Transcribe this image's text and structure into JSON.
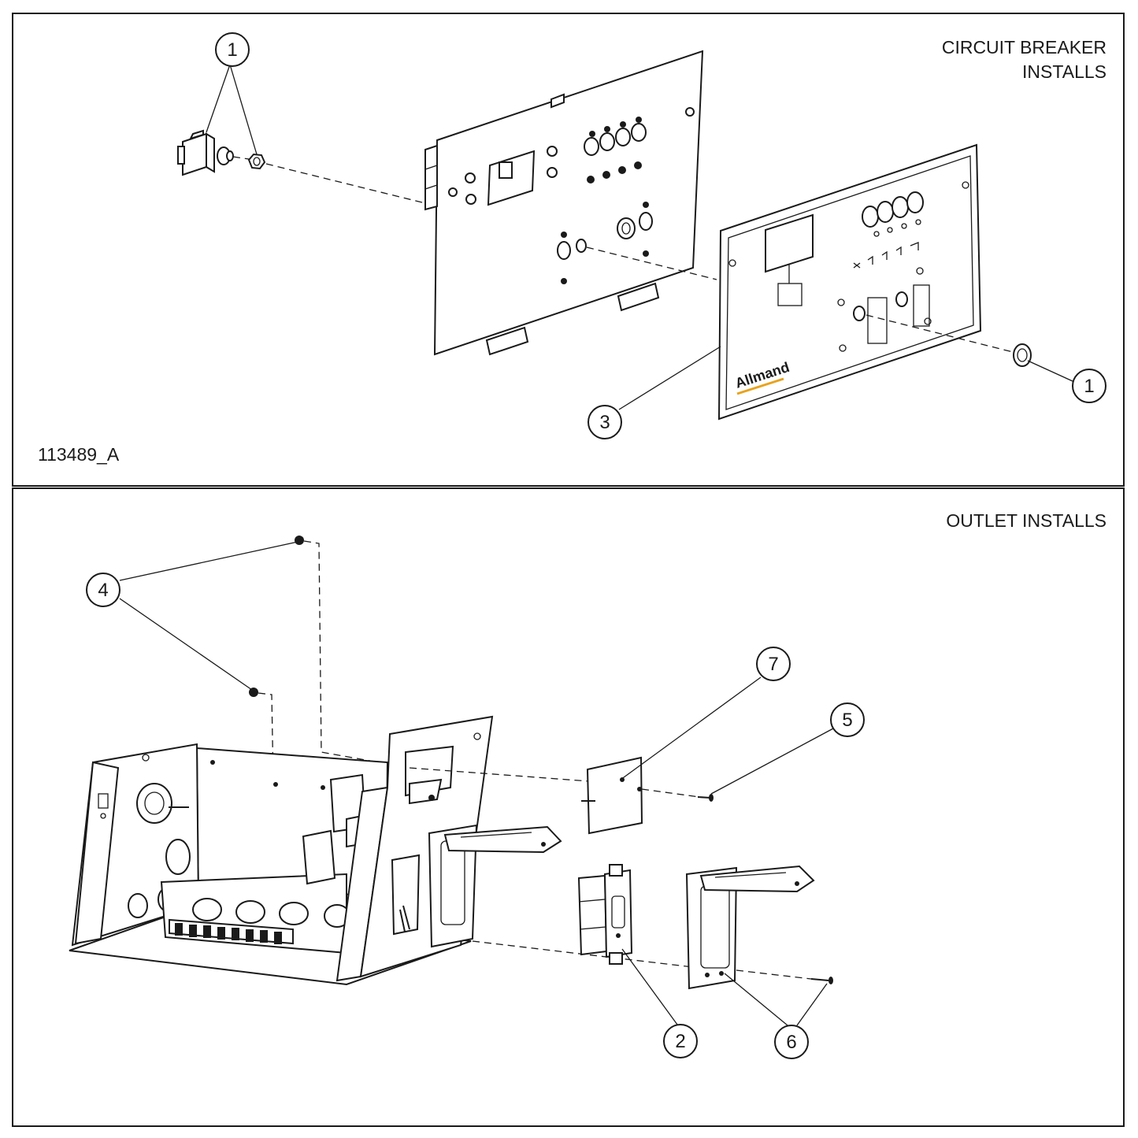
{
  "panels": {
    "top": {
      "title_line1": "CIRCUIT BREAKER",
      "title_line2": "INSTALLS",
      "drawing_id": "113489_A"
    },
    "bottom": {
      "title": "OUTLET INSTALLS"
    }
  },
  "decal": {
    "brand": "Allmand"
  },
  "callouts": [
    {
      "id": "callout-1-top",
      "number": "1"
    },
    {
      "id": "callout-1-right",
      "number": "1"
    },
    {
      "id": "callout-3",
      "number": "3"
    },
    {
      "id": "callout-4",
      "number": "4"
    },
    {
      "id": "callout-7",
      "number": "7"
    },
    {
      "id": "callout-5",
      "number": "5"
    },
    {
      "id": "callout-2",
      "number": "2"
    },
    {
      "id": "callout-6",
      "number": "6"
    }
  ],
  "colors": {
    "line": "#1a1a1a",
    "brand_accent": "#e8a21c"
  }
}
